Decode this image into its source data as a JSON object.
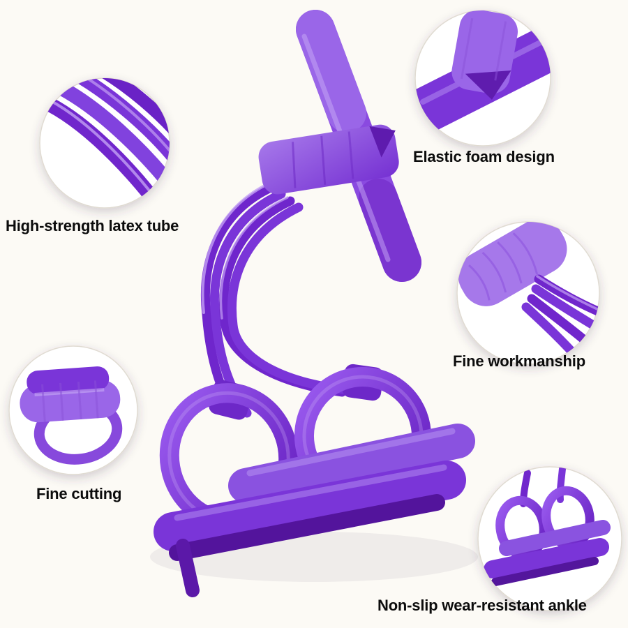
{
  "page": {
    "background_color": "#fcfaf5"
  },
  "colors": {
    "product_purple": "#7a35d8",
    "tube_purple_dark": "#6f26cc",
    "foam_purple_light": "#9a66e8",
    "shadow_purple": "#53149c",
    "label_text": "#0c0c0c"
  },
  "callouts": [
    {
      "id": "latex-tube",
      "label": "High-strength latex tube"
    },
    {
      "id": "foam-design",
      "label": "Elastic foam design"
    },
    {
      "id": "workmanship",
      "label": "Fine workmanship"
    },
    {
      "id": "cutting",
      "label": "Fine cutting"
    },
    {
      "id": "ankle",
      "label": "Non-slip wear-resistant ankle"
    }
  ]
}
